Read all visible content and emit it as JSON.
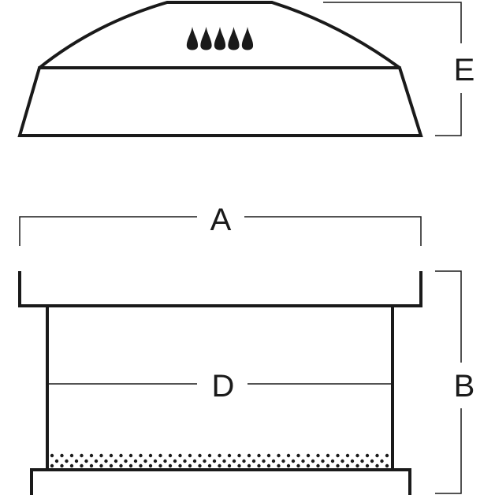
{
  "labels": {
    "a": "A",
    "b": "B",
    "d": "D",
    "e": "E"
  },
  "colors": {
    "stroke": "#1a1a1a",
    "background": "#ffffff"
  },
  "flame_count": 5
}
